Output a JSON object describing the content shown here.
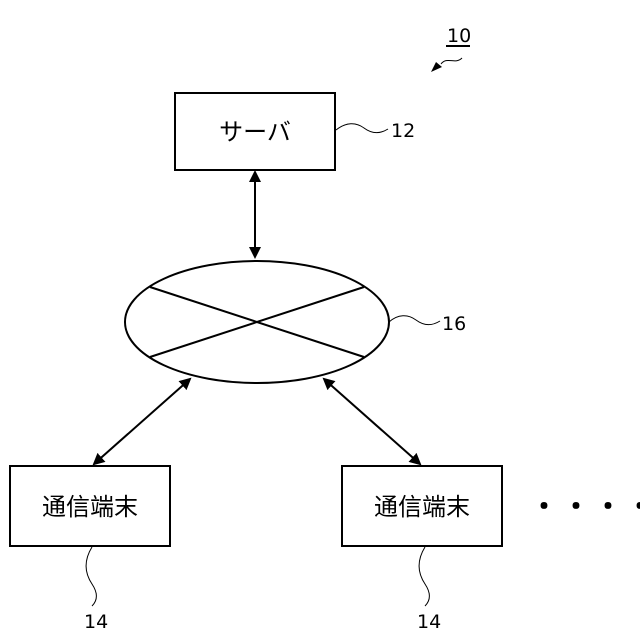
{
  "figure": {
    "ref": "10",
    "server": {
      "label": "サーバ",
      "ref": "12"
    },
    "network": {
      "ref": "16"
    },
    "terminals": [
      {
        "label": "通信端末",
        "ref": "14"
      },
      {
        "label": "通信端末",
        "ref": "14"
      }
    ],
    "ellipsis": "・・・・・"
  }
}
